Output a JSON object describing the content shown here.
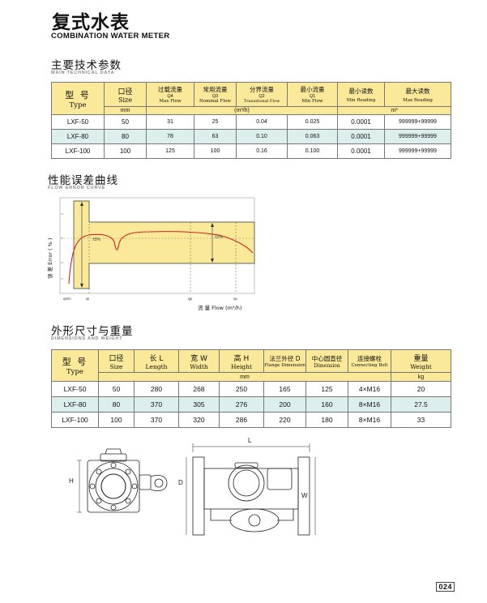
{
  "header": {
    "title_cn": "复式水表",
    "title_en": "COMBINATION WATER METER"
  },
  "tech": {
    "title_cn": "主要技术参数",
    "title_en": "MAIN TECHNICAL DATA",
    "headers": [
      {
        "cn": "型 号",
        "en": "Type"
      },
      {
        "cn": "口径",
        "en": "Size"
      },
      {
        "cn": "过载流量",
        "sub": "Q4",
        "en": "Max Flow"
      },
      {
        "cn": "常用流量",
        "sub": "Q3",
        "en": "Nominal Flow"
      },
      {
        "cn": "分界流量",
        "sub": "Q2",
        "en": "Transitional Flow"
      },
      {
        "cn": "最小流量",
        "sub": "Q1",
        "en": "Min Flow"
      },
      {
        "cn": "最小读数",
        "en": "Min Reading"
      },
      {
        "cn": "最大读数",
        "en": "Max Reading"
      }
    ],
    "unit_size": "mm",
    "unit_flow": "(m³/h)",
    "unit_reading": "m³",
    "rows": [
      [
        "LXF-50",
        "50",
        "31",
        "25",
        "0.04",
        "0.025",
        "0.0001",
        "999999+99999"
      ],
      [
        "LXF-80",
        "80",
        "78",
        "63",
        "0.10",
        "0.063",
        "0.0001",
        "999999+99999"
      ],
      [
        "LXF-100",
        "100",
        "125",
        "100",
        "0.16",
        "0.100",
        "0.0001",
        "999999+99999"
      ]
    ]
  },
  "curve": {
    "title_cn": "性能误差曲线",
    "title_en": "FLOW ERROR CURVE",
    "ylabel": "误 差 Error ( % )",
    "xlabel": "流 量  Flow (m³/h)",
    "band_left": "±5%",
    "band_right": "±2%",
    "x_ticks": [
      "qmin",
      "qt",
      "qp",
      "qs"
    ]
  },
  "dims": {
    "title_cn": "外形尺寸与重量",
    "title_en": "DIMENSIONS AND WEIGHT",
    "headers": [
      {
        "cn": "型 号",
        "en": "Type"
      },
      {
        "cn": "口径",
        "en": "Size"
      },
      {
        "cn": "长 L",
        "en": "Length"
      },
      {
        "cn": "宽 W",
        "en": "Width"
      },
      {
        "cn": "高 H",
        "en": "Height"
      },
      {
        "cn": "法兰外径 D",
        "en": "Flange Dimension"
      },
      {
        "cn": "中心圆直径",
        "en": "Dimension"
      },
      {
        "cn": "连接螺栓",
        "en": "Connecting Bolt"
      },
      {
        "cn": "重量",
        "en": "Weight"
      }
    ],
    "unit_mm": "mm",
    "unit_kg": "kg",
    "rows": [
      [
        "LXF-50",
        "50",
        "280",
        "268",
        "250",
        "165",
        "125",
        "4×M16",
        "20"
      ],
      [
        "LXF-80",
        "80",
        "370",
        "305",
        "276",
        "200",
        "160",
        "8×M16",
        "27.5"
      ],
      [
        "LXF-100",
        "100",
        "370",
        "320",
        "286",
        "220",
        "180",
        "8×M16",
        "33"
      ]
    ]
  },
  "drawing": {
    "label_h": "H",
    "label_l": "L",
    "label_d": "D",
    "label_w": "W"
  },
  "footer": {
    "page": "024"
  }
}
